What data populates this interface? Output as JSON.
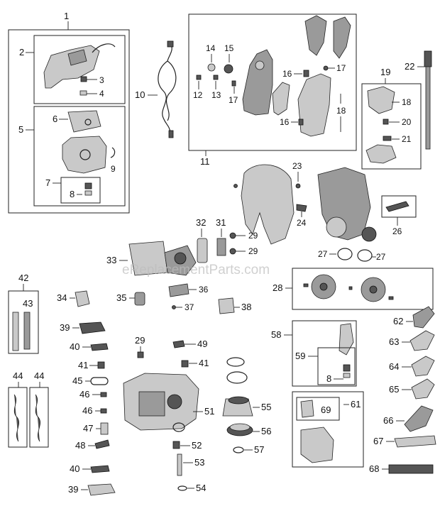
{
  "watermark": "eReplacementParts.com",
  "callouts": {
    "n1": "1",
    "n2": "2",
    "n3": "3",
    "n4": "4",
    "n5": "5",
    "n6": "6",
    "n7": "7",
    "n8a": "8",
    "n9": "9",
    "n10": "10",
    "n11": "11",
    "n12": "12",
    "n13": "13",
    "n14": "14",
    "n15": "15",
    "n16a": "16",
    "n16b": "16",
    "n17a": "17",
    "n17b": "17",
    "n18a": "18",
    "n18b": "18",
    "n19": "19",
    "n20": "20",
    "n21": "21",
    "n22": "22",
    "n23": "23",
    "n24": "24",
    "n26": "26",
    "n27a": "27",
    "n27b": "27",
    "n28": "28",
    "n29a": "29",
    "n29b": "29",
    "n29c": "29",
    "n31": "31",
    "n32": "32",
    "n33": "33",
    "n34": "34",
    "n35": "35",
    "n36": "36",
    "n37": "37",
    "n38": "38",
    "n39a": "39",
    "n39b": "39",
    "n40a": "40",
    "n40b": "40",
    "n41a": "41",
    "n41b": "41",
    "n42": "42",
    "n43": "43",
    "n44a": "44",
    "n44b": "44",
    "n45": "45",
    "n46a": "46",
    "n46b": "46",
    "n47": "47",
    "n48": "48",
    "n49": "49",
    "n51": "51",
    "n52": "52",
    "n53": "53",
    "n54": "54",
    "n55": "55",
    "n56": "56",
    "n57": "57",
    "n58": "58",
    "n59": "59",
    "n8b": "8",
    "n61": "61",
    "n62": "62",
    "n63": "63",
    "n64": "64",
    "n65": "65",
    "n66": "66",
    "n67": "67",
    "n68": "68",
    "n69": "69"
  }
}
